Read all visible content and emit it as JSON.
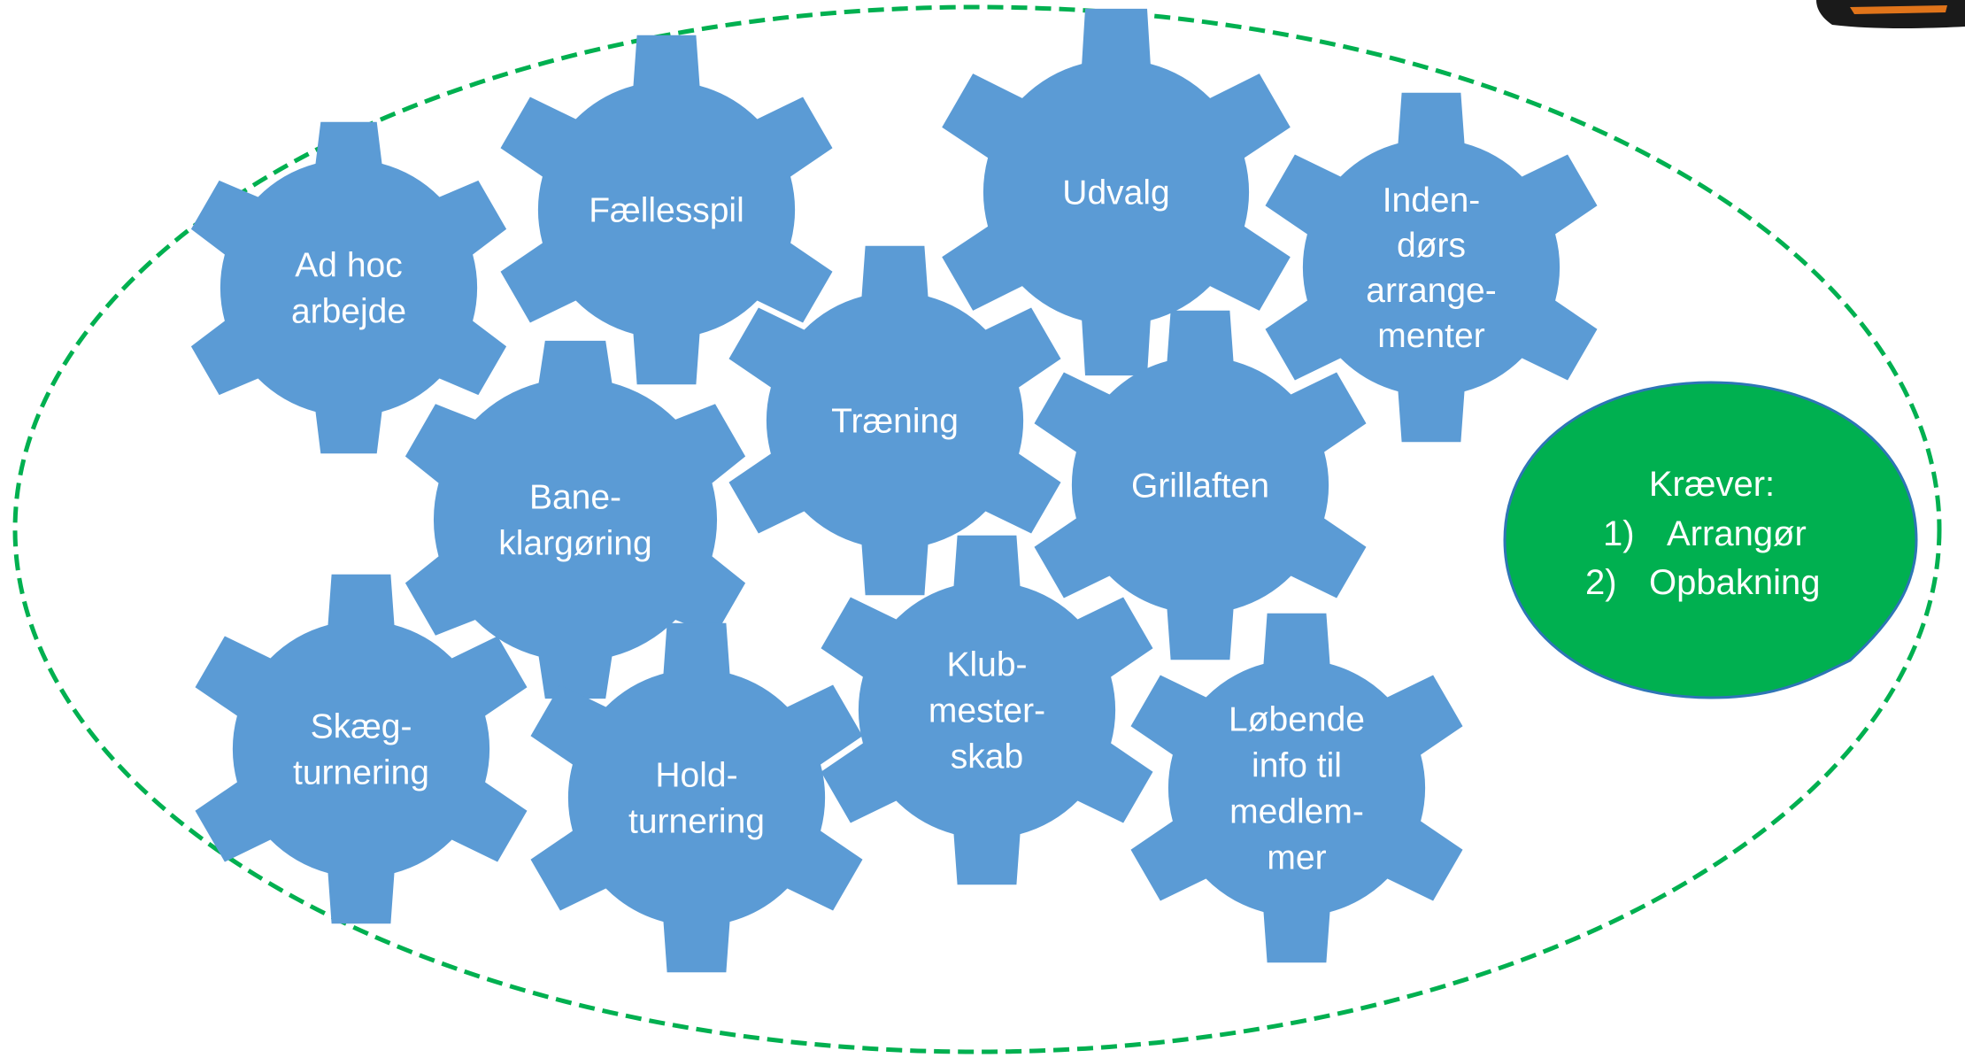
{
  "colors": {
    "gear": "#5b9bd5",
    "ellipse_border": "#00b050",
    "callout_fill": "#00b050",
    "callout_border": "#2e75b6",
    "gear_text": "#ffffff",
    "callout_text": "#ffffff",
    "corner_artifact": "#1a1a1a",
    "corner_artifact_accent": "#e0741a"
  },
  "gears": [
    {
      "id": "ad-hoc-arbejde",
      "lines": [
        "Ad hoc",
        "arbejde"
      ]
    },
    {
      "id": "faellesspil",
      "lines": [
        "Fællesspil"
      ]
    },
    {
      "id": "udvalg",
      "lines": [
        "Udvalg"
      ]
    },
    {
      "id": "indendoers-arrangementer",
      "lines": [
        "Inden-",
        "dørs",
        "arrange-",
        "menter"
      ]
    },
    {
      "id": "traening",
      "lines": [
        "Træning"
      ]
    },
    {
      "id": "baneklargoering",
      "lines": [
        "Bane-",
        "klargøring"
      ]
    },
    {
      "id": "grillaften",
      "lines": [
        "Grillaften"
      ]
    },
    {
      "id": "skaegturnering",
      "lines": [
        "Skæg-",
        "turnering"
      ]
    },
    {
      "id": "holdturnering",
      "lines": [
        "Hold-",
        "turnering"
      ]
    },
    {
      "id": "klubmesterskab",
      "lines": [
        "Klub-",
        "mester-",
        "skab"
      ]
    },
    {
      "id": "loebende-info",
      "lines": [
        "Løbende",
        "info til",
        "medlem-",
        "mer"
      ]
    }
  ],
  "callout": {
    "title": "Kræver:",
    "items": [
      {
        "num": "1)",
        "text": "Arrangør"
      },
      {
        "num": "2)",
        "text": "Opbakning"
      }
    ]
  }
}
